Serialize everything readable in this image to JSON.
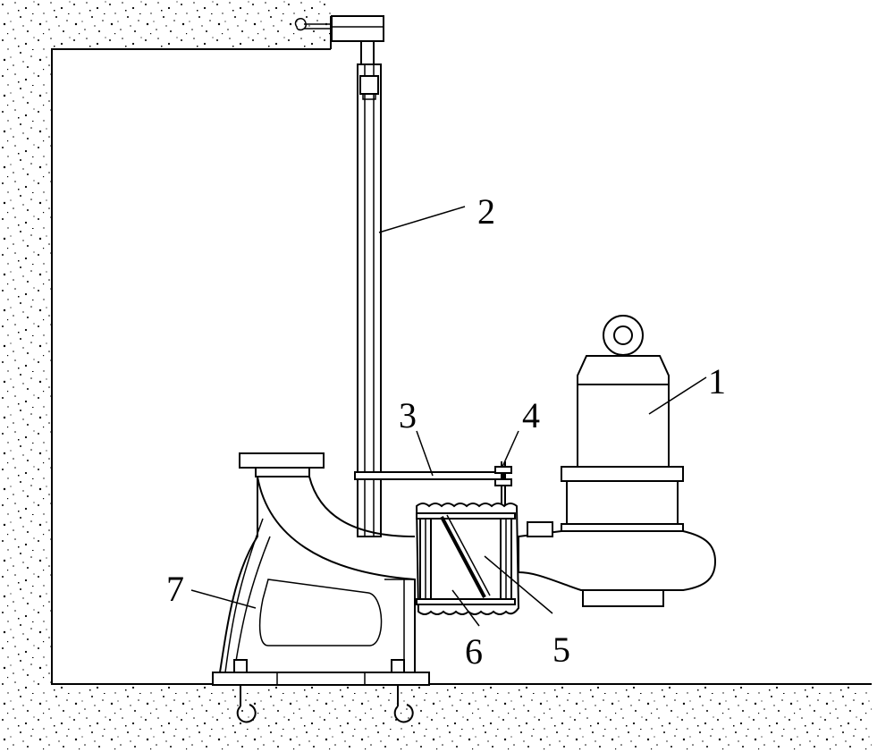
{
  "labels": {
    "motor_pump": "1",
    "guide_rail": "2",
    "bracket": "3",
    "bolt": "4",
    "check_valve_flap": "5",
    "valve_body": "6",
    "base_elbow": "7"
  }
}
